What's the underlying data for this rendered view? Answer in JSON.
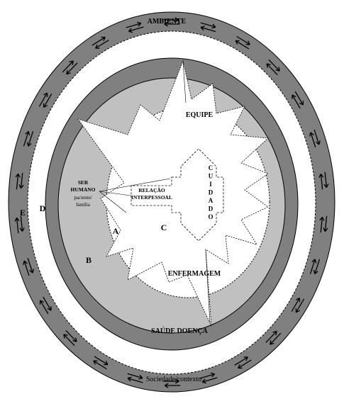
{
  "labels": {
    "ambiente": "AMBIENTE",
    "equipe": "EQUIPE",
    "ser_humano_line1": "SER",
    "ser_humano_line2": "HUMANO",
    "ser_humano_line3": "paciente/",
    "ser_humano_line4": "família",
    "relacao_line1": "RELAÇÃO",
    "relacao_line2": "INTERPESSOAL",
    "cuidado_letters": [
      "C",
      "U",
      "I",
      "D",
      "A",
      "D",
      "O"
    ],
    "enfermagem": "ENFERMAGEM",
    "saude_doenca": "SAÚDE DOENÇA",
    "sociedade": "Sociedade/contexto",
    "letter_a": "A",
    "letter_b": "B",
    "letter_c": "C",
    "letter_d": "D",
    "letter_e": "E"
  },
  "colors": {
    "outer_ring": "#808080",
    "inner_ring": "#b0b0b0",
    "light_ring": "#c8c8c8",
    "white": "#ffffff",
    "stroke": "#000000"
  }
}
